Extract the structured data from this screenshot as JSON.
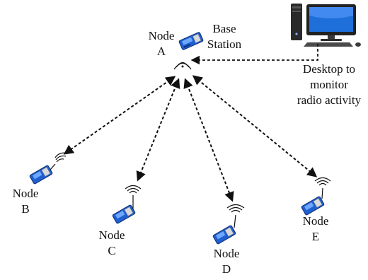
{
  "labels": {
    "node_a": [
      "Node",
      "A"
    ],
    "base_station": [
      "Base",
      "Station"
    ],
    "desktop": [
      "Desktop to",
      "monitor",
      "radio activity"
    ],
    "node_b": [
      "Node",
      "B"
    ],
    "node_c": [
      "Node",
      "C"
    ],
    "node_d": [
      "Node",
      "D"
    ],
    "node_e": [
      "Node",
      "E"
    ]
  },
  "colors": {
    "board": "#1f5fd0",
    "board_highlight": "#6fa8ff",
    "connector": "#d9d9d9",
    "arrow": "#111111",
    "desktop_case": "#2a2a2a",
    "screen": "#1e6fd9"
  },
  "icons": {
    "sensor_node": "sensor-board-icon",
    "radio_waves": "radio-waves-icon",
    "desktop": "desktop-computer-icon"
  }
}
